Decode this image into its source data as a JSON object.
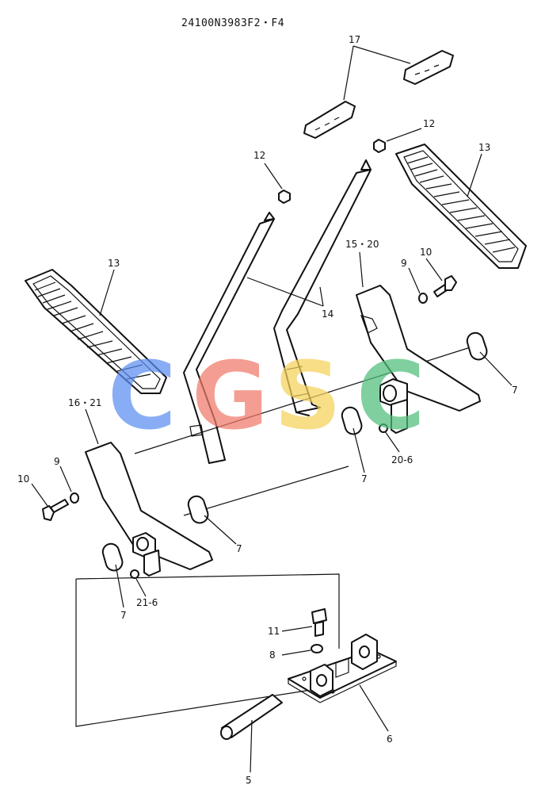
{
  "drawing_number": "24100N3983F2・F4",
  "watermark": {
    "letters": [
      "C",
      "G",
      "S",
      "C"
    ],
    "colors": [
      "#5b8ef0",
      "#f07a6a",
      "#f5d25a",
      "#4fbf7a"
    ]
  },
  "callouts": {
    "c17": "17",
    "c12a": "12",
    "c12b": "12",
    "c13a": "13",
    "c13b": "13",
    "c14": "14",
    "c15_20": "15・20",
    "c9a": "9",
    "c10a": "10",
    "c7a": "7",
    "c7b": "7",
    "c7c": "7",
    "c7d": "7",
    "c16_21": "16・21",
    "c9b": "9",
    "c10b": "10",
    "c20_6": "20-6",
    "c21_6": "21-6",
    "c11": "11",
    "c8": "8",
    "c6": "6",
    "c5": "5"
  }
}
